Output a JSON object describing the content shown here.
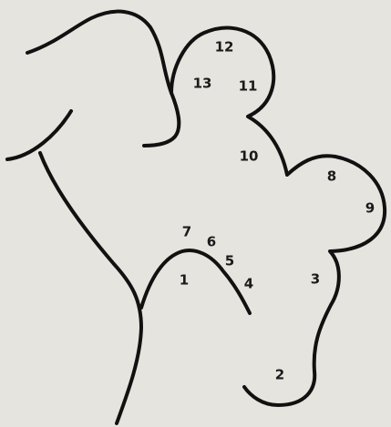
{
  "diagram": {
    "stroke_color": "#111111",
    "background_color": "#e6e4de",
    "labels": [
      "1",
      "2",
      "3",
      "4",
      "5",
      "6",
      "7",
      "8",
      "9",
      "10",
      "11",
      "12",
      "13"
    ]
  }
}
